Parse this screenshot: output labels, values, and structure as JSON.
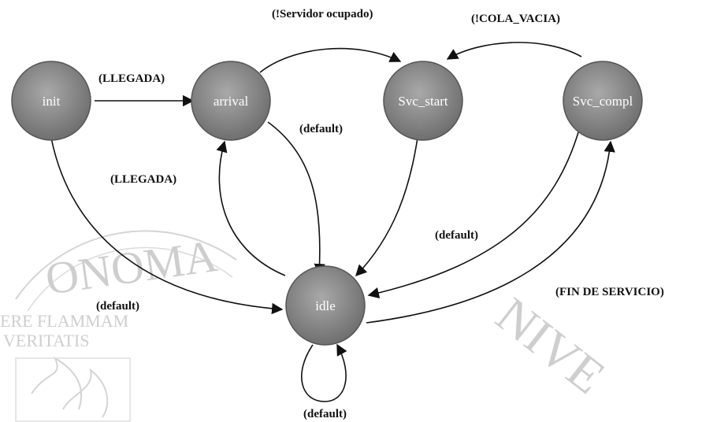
{
  "diagram": {
    "states": [
      {
        "id": "init",
        "label": "init"
      },
      {
        "id": "arrival",
        "label": "arrival"
      },
      {
        "id": "svc_start",
        "label": "Svc_start"
      },
      {
        "id": "svc_compl",
        "label": "Svc_compl"
      },
      {
        "id": "idle",
        "label": "idle"
      }
    ],
    "transitions": [
      {
        "from": "init",
        "to": "arrival",
        "label": "(LLEGADA)"
      },
      {
        "from": "arrival",
        "to": "svc_start",
        "label": "(!Servidor ocupado)"
      },
      {
        "from": "svc_compl",
        "to": "svc_start",
        "label": "(!COLA_VACIA)"
      },
      {
        "from": "arrival",
        "to": "idle",
        "label": "(default)"
      },
      {
        "from": "idle",
        "to": "arrival",
        "label": "(LLEGADA)"
      },
      {
        "from": "init",
        "to": "idle",
        "label": "(default)"
      },
      {
        "from": "svc_start",
        "to": "idle",
        "label": ""
      },
      {
        "from": "svc_compl",
        "to": "idle",
        "label": "(default)"
      },
      {
        "from": "idle",
        "to": "svc_compl",
        "label": "(FIN DE SERVICIO)"
      },
      {
        "from": "idle",
        "to": "idle",
        "label": "(default)"
      }
    ]
  },
  "watermark": {
    "arc_text": "ONOMA",
    "arc_text_right": "NIVE",
    "line1": "ERE FLAMMAM",
    "line2": "VERITATIS"
  },
  "colors": {
    "node_fill": "#8c8c8c",
    "node_stroke": "#555555",
    "edge": "#111111",
    "watermark": "#c9c9c9"
  }
}
